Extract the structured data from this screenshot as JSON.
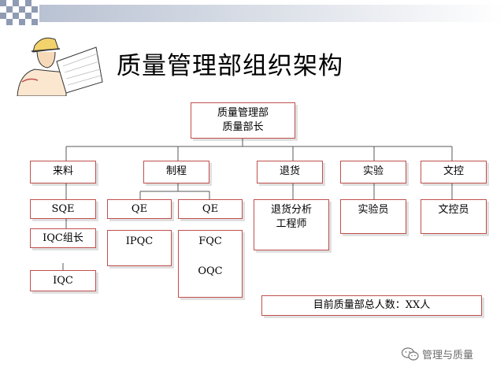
{
  "slide": {
    "title": "质量管理部组织架构"
  },
  "org": {
    "head": {
      "line1": "质量管理部",
      "line2": "质量部长"
    },
    "incoming": "来料",
    "process": "制程",
    "returns": "退货",
    "lab": "实验",
    "doc_control": "文控",
    "sqe": "SQE",
    "iqc_lead": "IQC组长",
    "iqc": "IQC",
    "qe_left": "QE",
    "qe_right": "QE",
    "ipqc": "IPQC",
    "fqc": "FQC",
    "oqc": "OQC",
    "return_analyst": {
      "line1": "退货分析",
      "line2": "工程师"
    },
    "lab_staff": "实验员",
    "doc_staff": "文控员",
    "headcount": "目前质量部总人数：XX人"
  },
  "watermark": {
    "text": "管理与质量",
    "icon": "wechat-icon"
  },
  "colors": {
    "box_border": "#c0504d",
    "connector": "#595959",
    "topbar": "#b9c2d3"
  }
}
